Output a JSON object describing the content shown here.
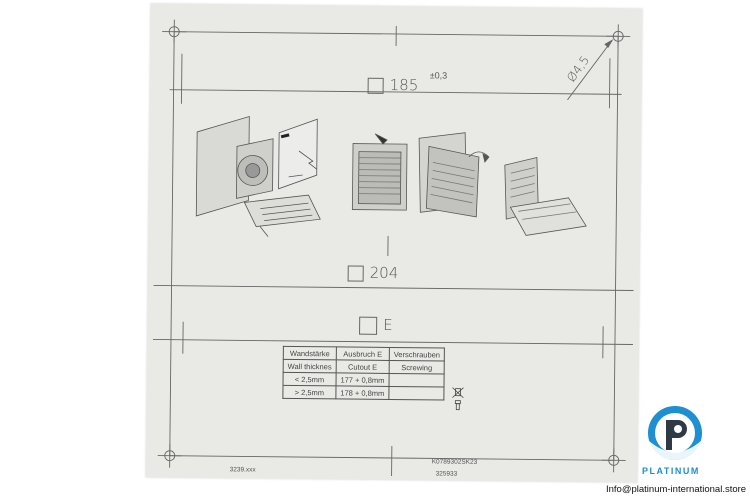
{
  "drawing": {
    "dim_185": "185",
    "tol_185": "±0,3",
    "dim_45": "Ø4,5",
    "dim_204": "204",
    "dim_e": "E",
    "code_left": "3239.xxx",
    "code_right_1": "K0789302SK23",
    "code_right_2": "325933"
  },
  "table": {
    "headers": [
      "Wandstärke",
      "Ausbruch E",
      "Verschrauben"
    ],
    "subheaders": [
      "Wall thicknes",
      "Cutout E",
      "Screwing"
    ],
    "rows": [
      {
        "wall": "< 2,5mm",
        "cutout": "177 + 0,8mm",
        "screw_icon": "crossed-screw-icon"
      },
      {
        "wall": "> 2,5mm",
        "cutout": "178 + 0,8mm",
        "screw_icon": "screw-icon"
      }
    ]
  },
  "brand": {
    "name": "PLATINUM",
    "contact": "Info@platinum-international.store",
    "colors": {
      "blue": "#1e8fd0",
      "dark": "#2f3a45"
    }
  }
}
